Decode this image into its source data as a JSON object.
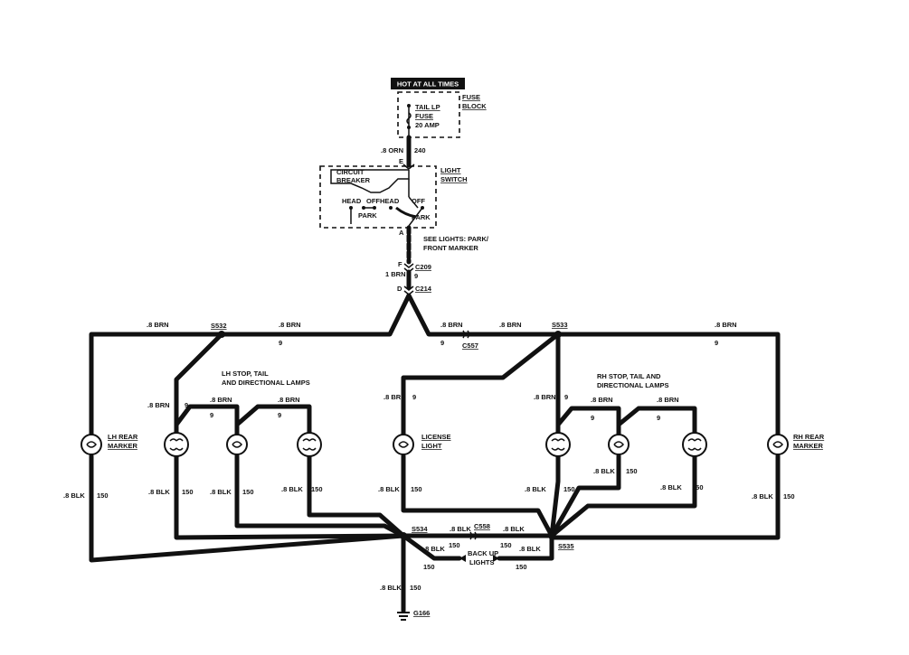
{
  "hot_label": "HOT AT ALL TIMES",
  "fuse_block": {
    "title_line1": "FUSE",
    "title_line2": "BLOCK",
    "fuse_name_line1": "TAIL LP",
    "fuse_name_line2": "FUSE",
    "fuse_rating": "20 AMP"
  },
  "light_switch": {
    "title_line1": "LIGHT",
    "title_line2": "SWITCH",
    "breaker_line1": "CIRCUIT",
    "breaker_line2": "BREAKER",
    "head1": "HEAD",
    "off1": "OFF",
    "park1": "PARK",
    "head2": "HEAD",
    "off2": "OFF",
    "park2": "PARK",
    "terminal_e": "E",
    "terminal_a": "A"
  },
  "feed_wire": {
    "color": ".8 ORN",
    "circuit": "240"
  },
  "see_note": {
    "line1": "SEE LIGHTS: PARK/",
    "line2": "FRONT MARKER"
  },
  "connectors": {
    "f_pin": "F",
    "c209": "C209",
    "brn1": "1 BRN",
    "circ9": "9",
    "d_pin": "D",
    "c214": "C214",
    "c557": "C557",
    "c558": "C558"
  },
  "splices": {
    "s532": "S532",
    "s533": "S533",
    "s534": "S534",
    "s535": "S535"
  },
  "ground": "G166",
  "groups": {
    "lh_line1": "LH STOP, TAIL",
    "lh_line2": "AND DIRECTIONAL LAMPS",
    "rh_line1": "RH STOP, TAIL AND",
    "rh_line2": "DIRECTIONAL LAMPS"
  },
  "lamps": {
    "lh_marker_1": "LH REAR",
    "lh_marker_2": "MARKER",
    "license_1": "LICENSE",
    "license_2": "LIGHT",
    "rh_marker_1": "RH REAR",
    "rh_marker_2": "MARKER"
  },
  "backup": {
    "line1": "BACK UP",
    "line2": "LIGHTS"
  },
  "wire_labels": {
    "brn": ".8 BRN",
    "blk": ".8 BLK",
    "c9": "9",
    "c150": "150"
  }
}
